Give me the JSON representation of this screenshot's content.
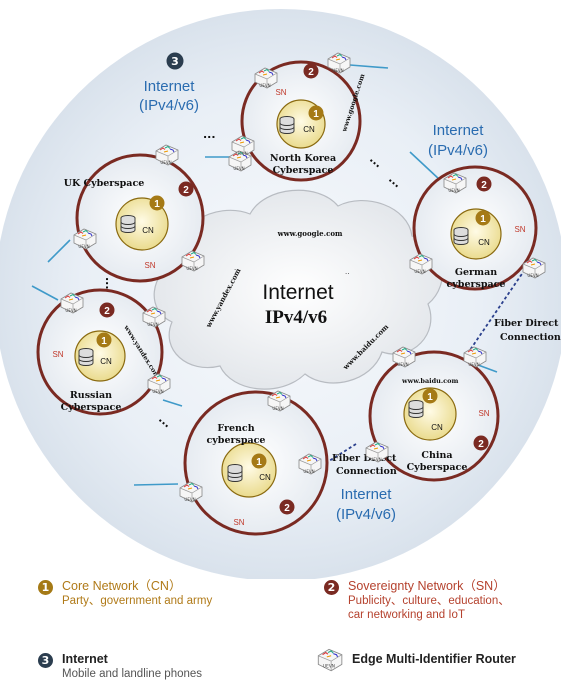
{
  "colors": {
    "ring": "#7a2a22",
    "gold": "#a57a16",
    "navy": "#2b3d4f",
    "outerDisk": "#e8eef5",
    "coreFill": "#f5ecb2",
    "cable": "#3f9ac9",
    "fiber": "#2a3f8c",
    "snText": "#c0392b",
    "internetText": "#2a6cb0",
    "legendCore": "#b07a18",
    "legendSov": "#b5422e"
  },
  "center_cloud": {
    "line1": "Internet",
    "line2": "IPv4/v6"
  },
  "cloud_urls": {
    "google": "www.google.com",
    "yandex": "www.yandex.com",
    "baidu": "www.baidu.com"
  },
  "internet_labels": [
    {
      "badge": "3",
      "line1": "Internet",
      "line2": "(IPv4/v6)"
    },
    {
      "line1": "Internet",
      "line2": "(IPv4/v6)"
    },
    {
      "line1": "Internet",
      "line2": "(IPv4/v6)"
    }
  ],
  "cyberspaces": [
    {
      "id": "north-korea",
      "name_lines": [
        "North Korea",
        "Cyberspace"
      ],
      "url": "www.google.com",
      "cn_label": "CN",
      "sn_label": "SN",
      "cn_badge": "1",
      "sn_badge": "2"
    },
    {
      "id": "uk",
      "name_lines": [
        "UK Cyberspace"
      ],
      "cn_label": "CN",
      "sn_label": "SN",
      "cn_badge": "1",
      "sn_badge": "2"
    },
    {
      "id": "german",
      "name_lines": [
        "German",
        "cyberspace"
      ],
      "cn_label": "CN",
      "sn_label": "SN",
      "cn_badge": "1",
      "sn_badge": "2"
    },
    {
      "id": "russian",
      "name_lines": [
        "Russian",
        "Cyberspace"
      ],
      "url": "www.yandex.com",
      "cn_label": "CN",
      "sn_label": "SN",
      "cn_badge": "1",
      "sn_badge": "2"
    },
    {
      "id": "china",
      "name_lines": [
        "China",
        "Cyberspace"
      ],
      "url": "www.baidu.com",
      "cn_label": "CN",
      "sn_label": "SN",
      "cn_badge": "1",
      "sn_badge": "2"
    },
    {
      "id": "french",
      "name_lines": [
        "French",
        "cyberspace"
      ],
      "cn_label": "CN",
      "sn_label": "SN",
      "cn_badge": "1",
      "sn_badge": "2"
    }
  ],
  "fiber_labels": [
    {
      "line1": "Fiber Direct",
      "line2": "Connection"
    },
    {
      "line1": "Fiber Direct",
      "line2": "Connection"
    }
  ],
  "router_label": "UEVN",
  "ellipsis": "...",
  "legend": {
    "core": {
      "badge": "1",
      "title": "Core Network（CN）",
      "desc": "Party、government and army"
    },
    "sovereignty": {
      "badge": "2",
      "title": "Sovereignty Network（SN）",
      "desc_line1": "Publicity、culture、education、",
      "desc_line2": "car networking and IoT"
    },
    "internet": {
      "badge": "3",
      "title": "Internet",
      "desc": "Mobile and landline phones"
    },
    "router": {
      "title": "Edge Multi-Identifier Router"
    }
  }
}
